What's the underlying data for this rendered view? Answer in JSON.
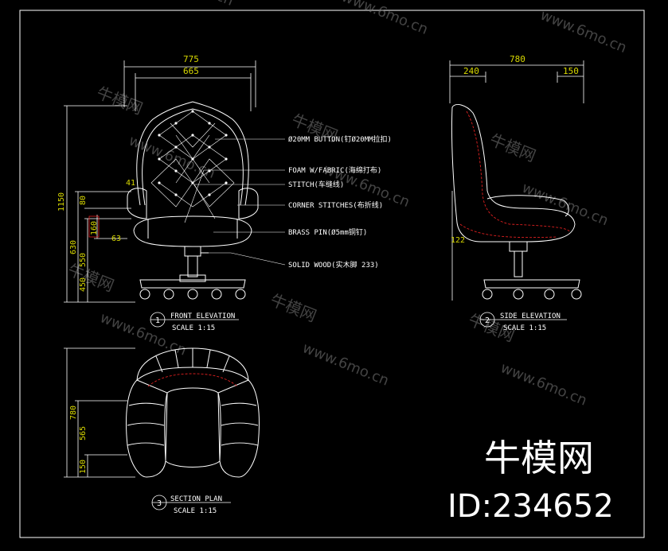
{
  "colors": {
    "background": "#000000",
    "lines": "#ffffff",
    "accent": "#d8d800",
    "red": "#e02020",
    "frame": "#ffffff"
  },
  "front": {
    "dims": {
      "overall_width": "775",
      "seat_width": "665",
      "height_total": "1150",
      "height_arm": "630",
      "height_seat_a": "450",
      "height_seat_b": "550",
      "seat_thickness": "80",
      "cushion": "160",
      "arm_detail": "41",
      "seat_detail": "63"
    },
    "callouts": [
      "Ø20MM BUTTON(钉Ø20MM拉扣)",
      "FOAM W/FABRIC(海绵打布)",
      "STITCH(车缝线)",
      "CORNER STITCHES(布折线)",
      "BRASS PIN(Ø5mm铜钉)",
      "SOLID WOOD(实木脚 233)"
    ],
    "label": {
      "num": "1",
      "title": "FRONT ELEVATION",
      "scale": "SCALE 1:15"
    }
  },
  "side": {
    "dims": {
      "overall_depth": "780",
      "back_depth": "240",
      "front_depth": "150",
      "seat_detail": "122"
    },
    "label": {
      "num": "2",
      "title": "SIDE ELEVATION",
      "scale": "SCALE 1:15"
    }
  },
  "plan": {
    "dims": {
      "overall_depth": "780",
      "seat_depth": "565",
      "front": "150"
    },
    "label": {
      "num": "3",
      "title": "SECTION PLAN",
      "scale": "SCALE 1:15"
    }
  },
  "watermark": {
    "brand": "牛模网",
    "site": "www.6mo.cn",
    "big_brand": "牛模网",
    "id_text": "ID:234652"
  }
}
